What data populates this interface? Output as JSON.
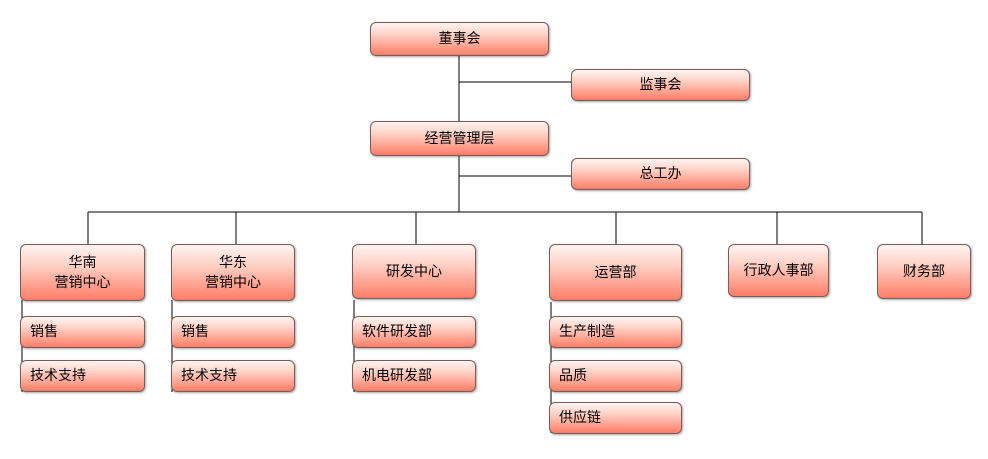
{
  "org": {
    "board": "董事会",
    "supervisors": "监事会",
    "management": "经营管理层",
    "chief_engineer_office": "总工办",
    "departments": [
      {
        "name_line1": "华南",
        "name_line2": "营销中心",
        "subs": [
          "销售",
          "技术支持"
        ]
      },
      {
        "name_line1": "华东",
        "name_line2": "营销中心",
        "subs": [
          "销售",
          "技术支持"
        ]
      },
      {
        "name": "研发中心",
        "subs": [
          "软件研发部",
          "机电研发部"
        ]
      },
      {
        "name": "运营部",
        "subs": [
          "生产制造",
          "品质",
          "供应链"
        ]
      },
      {
        "name": "行政人事部",
        "subs": []
      },
      {
        "name": "财务部",
        "subs": []
      }
    ]
  }
}
